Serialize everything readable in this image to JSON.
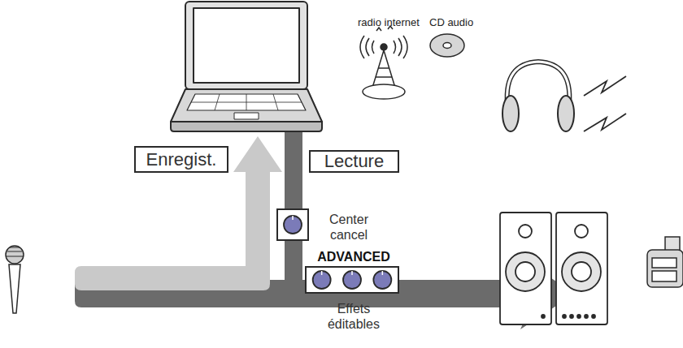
{
  "diagram": {
    "nodes": [
      {
        "text": [
          "Enregist."
        ]
      },
      {
        "text": [
          "Lecture"
        ]
      },
      {
        "text": [
          "Center cancel"
        ]
      },
      {
        "text": [
          "ADVANCED",
          "Effets éditables"
        ]
      }
    ],
    "labels": [
      "radio internet",
      "CD audio"
    ]
  }
}
